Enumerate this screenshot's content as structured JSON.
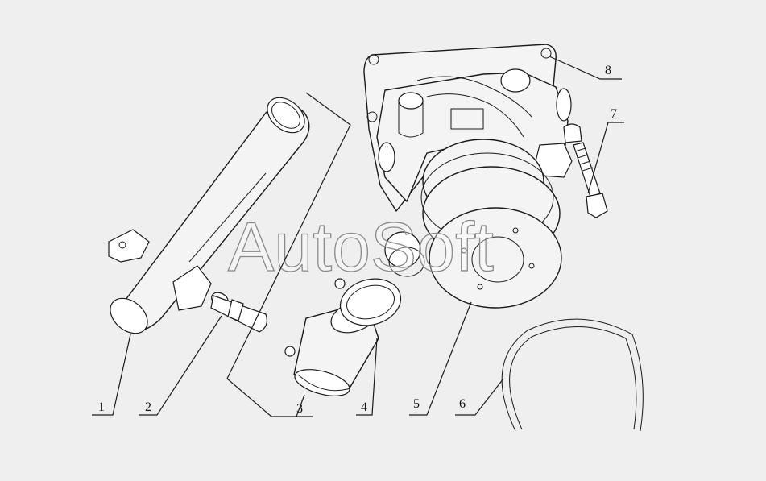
{
  "watermark": "AutoSoft",
  "callouts": [
    {
      "label": "1"
    },
    {
      "label": "2"
    },
    {
      "label": "3"
    },
    {
      "label": "4"
    },
    {
      "label": "5"
    },
    {
      "label": "6"
    },
    {
      "label": "7"
    },
    {
      "label": "8"
    }
  ],
  "colors": {
    "background": "#efefef",
    "line": "#1a1a1a",
    "watermark_stroke": "#8a8a8a"
  }
}
